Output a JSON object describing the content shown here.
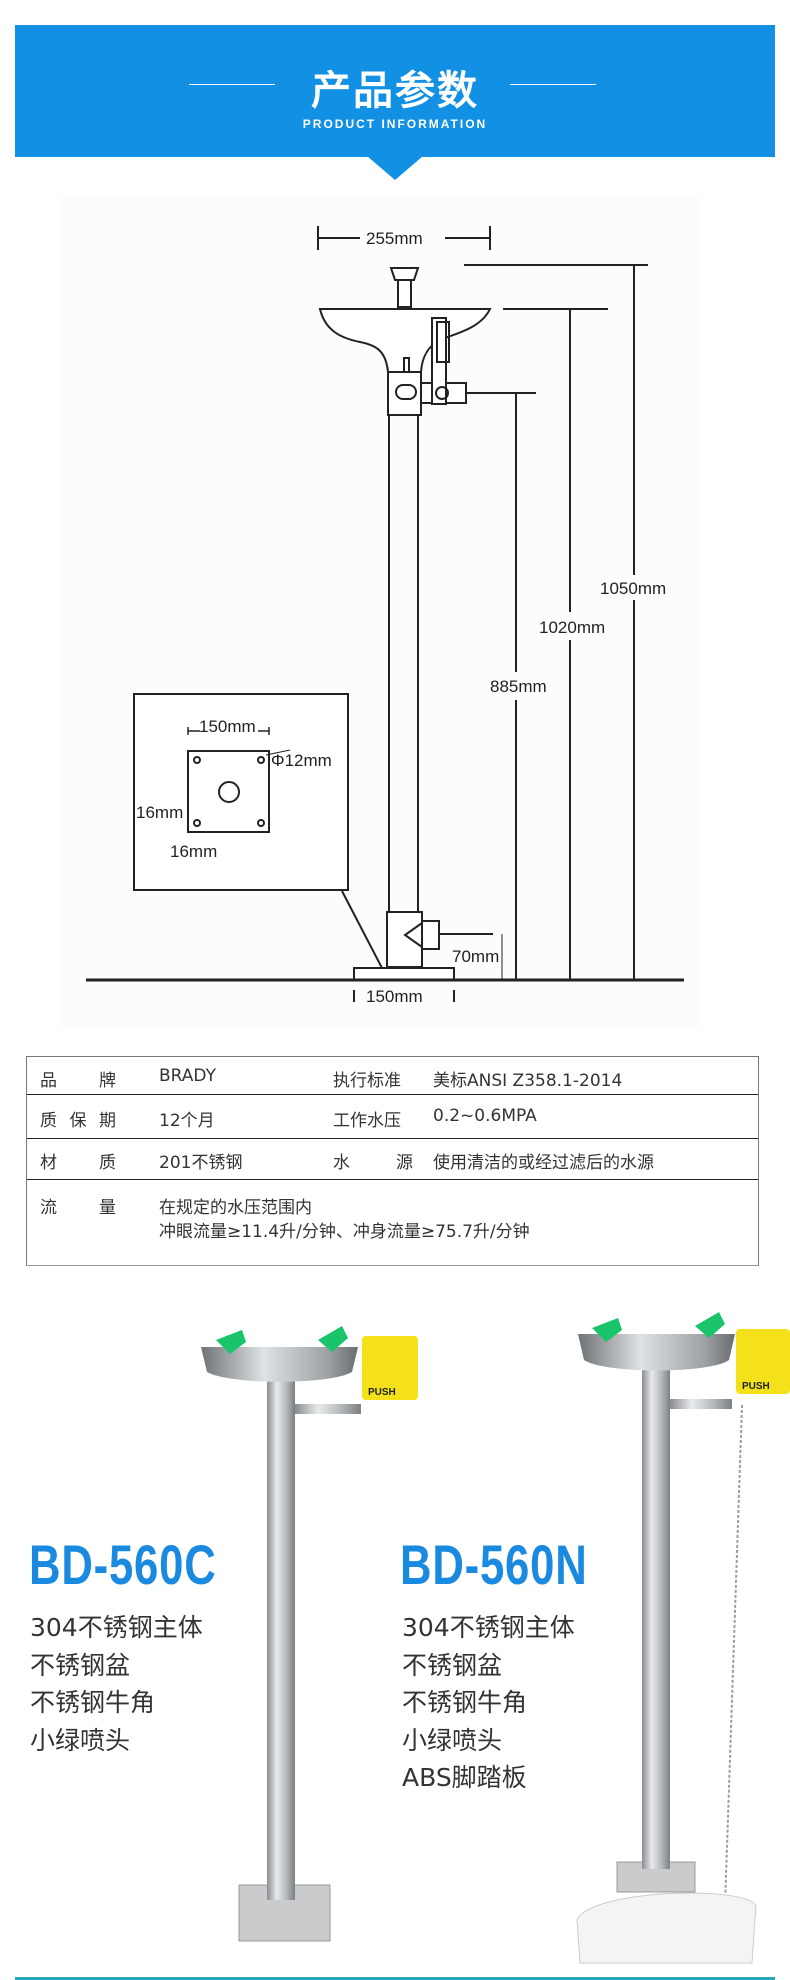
{
  "header": {
    "title": "产品参数",
    "subtitle": "PRODUCT INFORMATION",
    "accent_color": "#1190e4"
  },
  "drawing": {
    "basin_width": "255mm",
    "height_total": "1050mm",
    "height_basin": "1020mm",
    "height_inlet": "885mm",
    "inlet_height_low": "70mm",
    "base_width": "150mm",
    "plate_width": "150mm",
    "hole_diameter": "Φ12mm",
    "hole_offset_y": "16mm",
    "hole_offset_x": "16mm"
  },
  "spec": {
    "rows": [
      {
        "label1": [
          "品",
          "牌"
        ],
        "value1": "BRADY",
        "label2": [
          "执行标准"
        ],
        "value2": "美标ANSI Z358.1-2014"
      },
      {
        "label1": [
          "质",
          "保",
          "期"
        ],
        "value1": "12个月",
        "label2": [
          "工作水压"
        ],
        "value2": "0.2~0.6MPA"
      },
      {
        "label1": [
          "材",
          "质"
        ],
        "value1": "201不锈钢",
        "label2": [
          "水",
          "源"
        ],
        "value2": "使用清洁的或经过滤后的水源"
      },
      {
        "label1": [
          "流",
          "量"
        ],
        "value1": "在规定的水压范围内",
        "value1b": "冲眼流量≥11.4升/分钟、冲身流量≥75.7升/分钟"
      }
    ]
  },
  "products": [
    {
      "model": "BD-560C",
      "features": [
        "304不锈钢主体",
        "不锈钢盆",
        "不锈钢牛角",
        "小绿喷头"
      ],
      "flag": "PUSH"
    },
    {
      "model": "BD-560N",
      "features": [
        "304不锈钢主体",
        "不锈钢盆",
        "不锈钢牛角",
        "小绿喷头",
        "ABS脚踏板"
      ],
      "flag": "PUSH"
    }
  ]
}
